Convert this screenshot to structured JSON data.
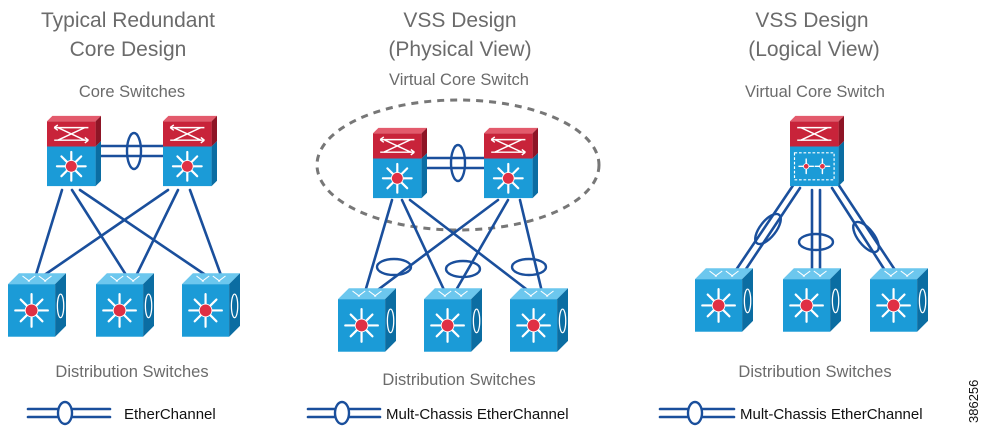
{
  "columns": [
    {
      "title_lines": [
        "Typical Redundant",
        "Core Design"
      ],
      "top_label": "Core Switches",
      "bottom_label": "Distribution Switches",
      "legend_label": "EtherChannel"
    },
    {
      "title_lines": [
        "VSS Design",
        "(Physical View)"
      ],
      "top_label": "Virtual Core Switch",
      "bottom_label": "Distribution Switches",
      "legend_label": "Mult-Chassis EtherChannel"
    },
    {
      "title_lines": [
        "VSS Design",
        "(Logical View)"
      ],
      "top_label": "Virtual Core Switch",
      "bottom_label": "Distribution Switches",
      "legend_label": "Mult-Chassis EtherChannel"
    }
  ],
  "figure_id": "386256",
  "icons": {
    "core_switch": "core-switch-icon",
    "distribution_switch": "distribution-switch-icon",
    "vss_logical_switch": "vss-switch-icon"
  },
  "colors": {
    "link": "#1a4f9c",
    "switch_red": "#c8233a",
    "switch_blue": "#1b9bd7",
    "label_gray": "#6b6b6b",
    "dashed_boundary": "#777777"
  }
}
